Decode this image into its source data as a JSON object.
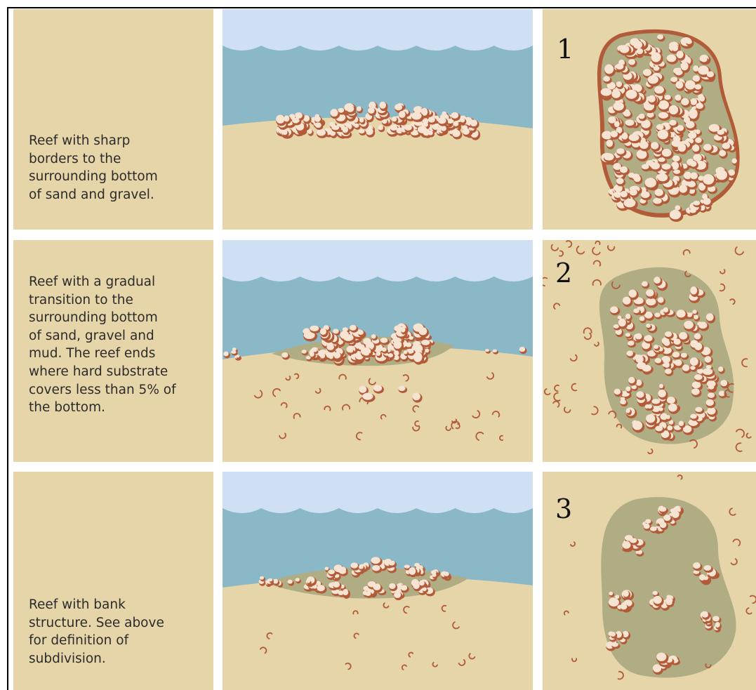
{
  "rows": [
    {
      "number": "1",
      "text": "Reef with sharp\nborders to the\nsurrounding bottom\nof sand and gravel."
    },
    {
      "number": "2",
      "text": "Reef with a gradual\ntransition to the\nsurrounding bottom\nof sand, gravel and\nmud. The reef ends\nwhere hard substrate\ncovers less than 5% of\nthe bottom."
    },
    {
      "number": "3",
      "text": "Reef with bank\nstructure. See above\nfor definition  of\nsubdivision."
    }
  ],
  "colors": {
    "panel_bg": "#e6d5a8",
    "sky": "#cfe0f5",
    "water": "#8ab8c6",
    "sand": "#e6d5a8",
    "reef_area": "#b0ad84",
    "stone_fill": "#f6e3d2",
    "stone_edge": "#b25b38"
  }
}
